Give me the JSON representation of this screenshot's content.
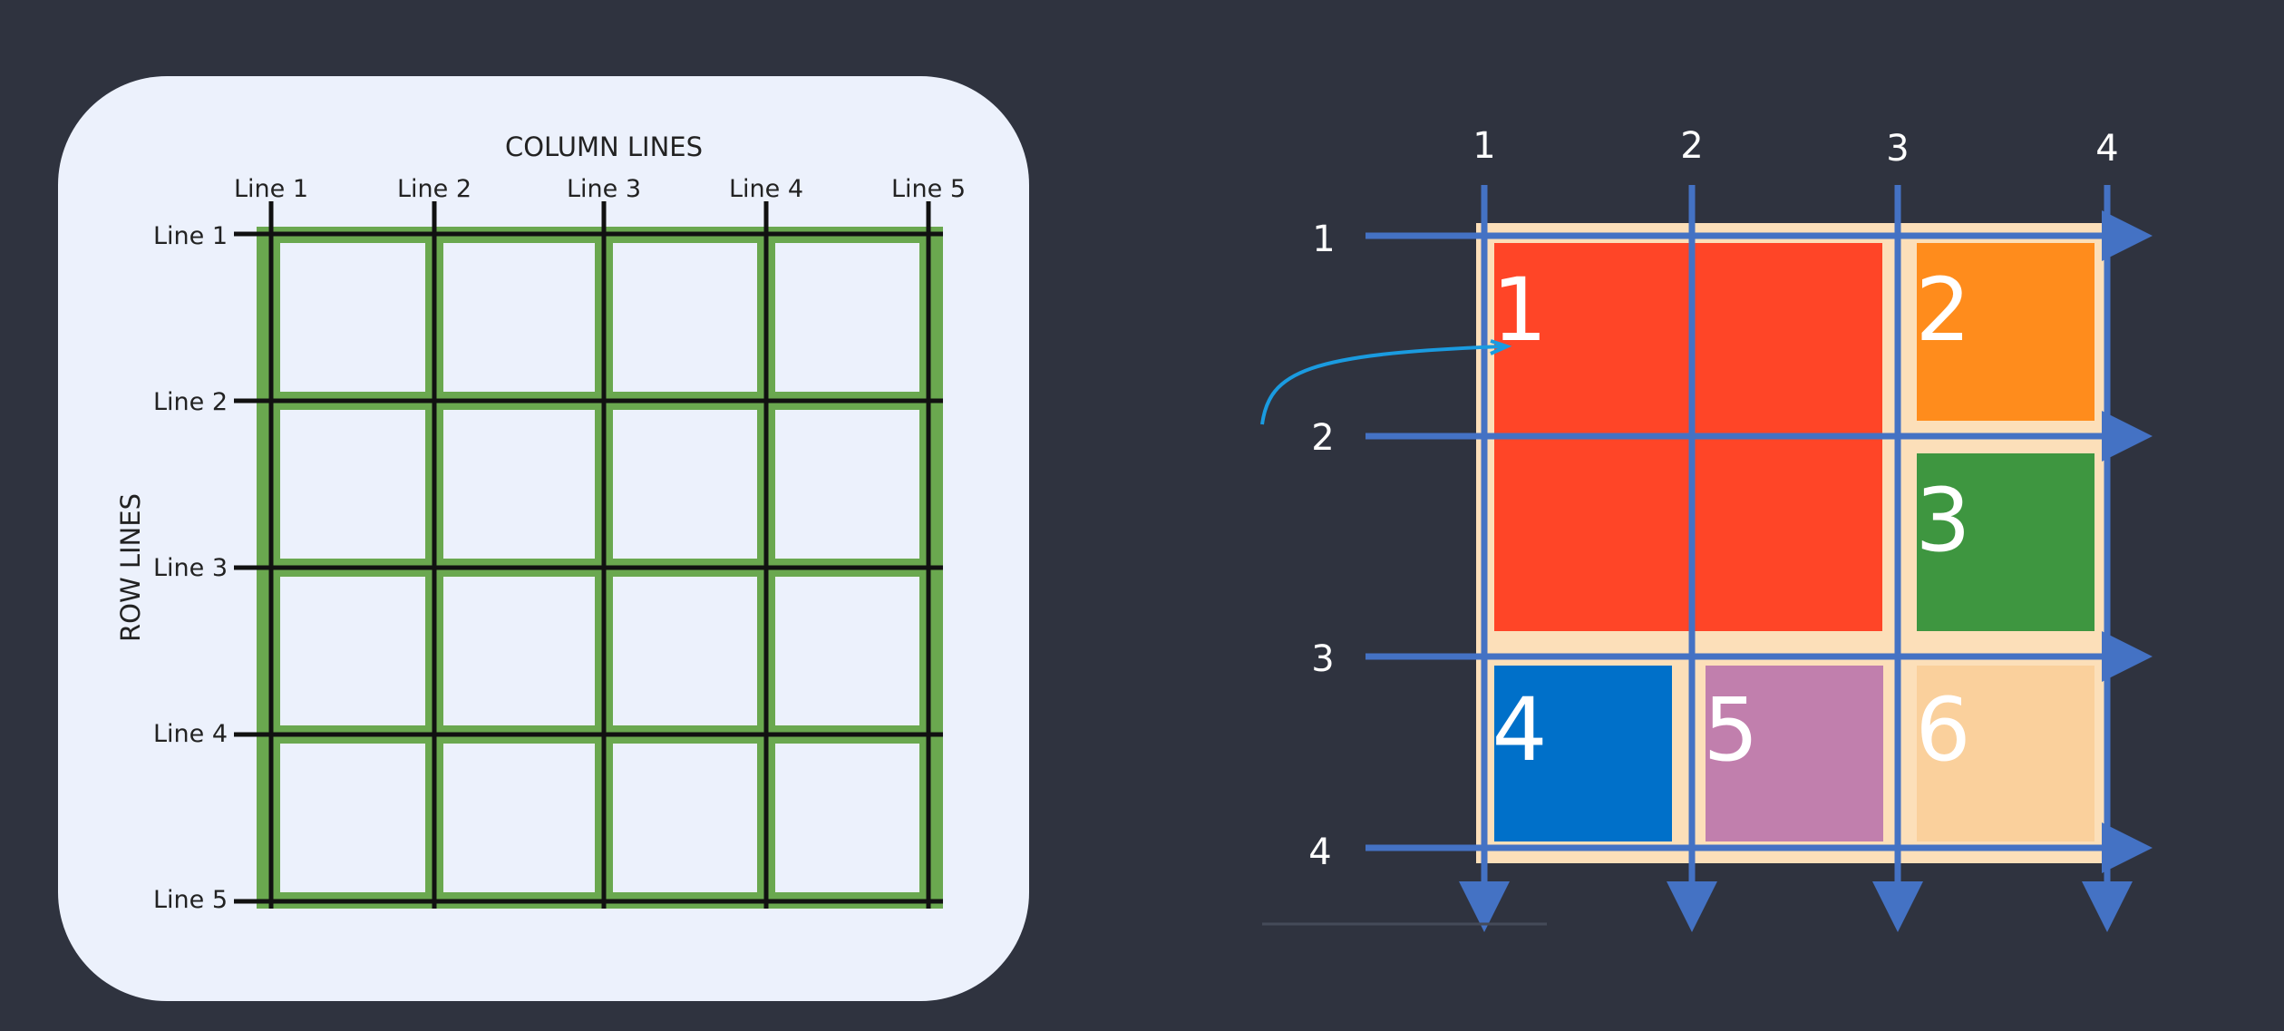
{
  "left_diagram": {
    "column_title": "COLUMN LINES",
    "row_title": "ROW LINES",
    "column_labels": [
      "Line 1",
      "Line 2",
      "Line 3",
      "Line 4",
      "Line 5"
    ],
    "row_labels": [
      "Line 1",
      "Line 2",
      "Line 3",
      "Line 4",
      "Line 5"
    ],
    "colors": {
      "panel": "#ecf1fc",
      "gap": "#6aa84f",
      "line": "#111111"
    }
  },
  "right_diagram": {
    "column_numbers": [
      "1",
      "2",
      "3",
      "4"
    ],
    "row_numbers": [
      "1",
      "2",
      "3",
      "4"
    ],
    "items": [
      {
        "label": "1",
        "color": "#ff4527"
      },
      {
        "label": "2",
        "color": "#ff8c1c"
      },
      {
        "label": "3",
        "color": "#3e9640"
      },
      {
        "label": "4",
        "color": "#0070c9"
      },
      {
        "label": "5",
        "color": "#c17fad"
      },
      {
        "label": "6",
        "color": "#fad09c"
      }
    ],
    "colors": {
      "container": "#fcdfb9",
      "arrow": "#4472c4",
      "annotation": "#1a9be0"
    }
  }
}
